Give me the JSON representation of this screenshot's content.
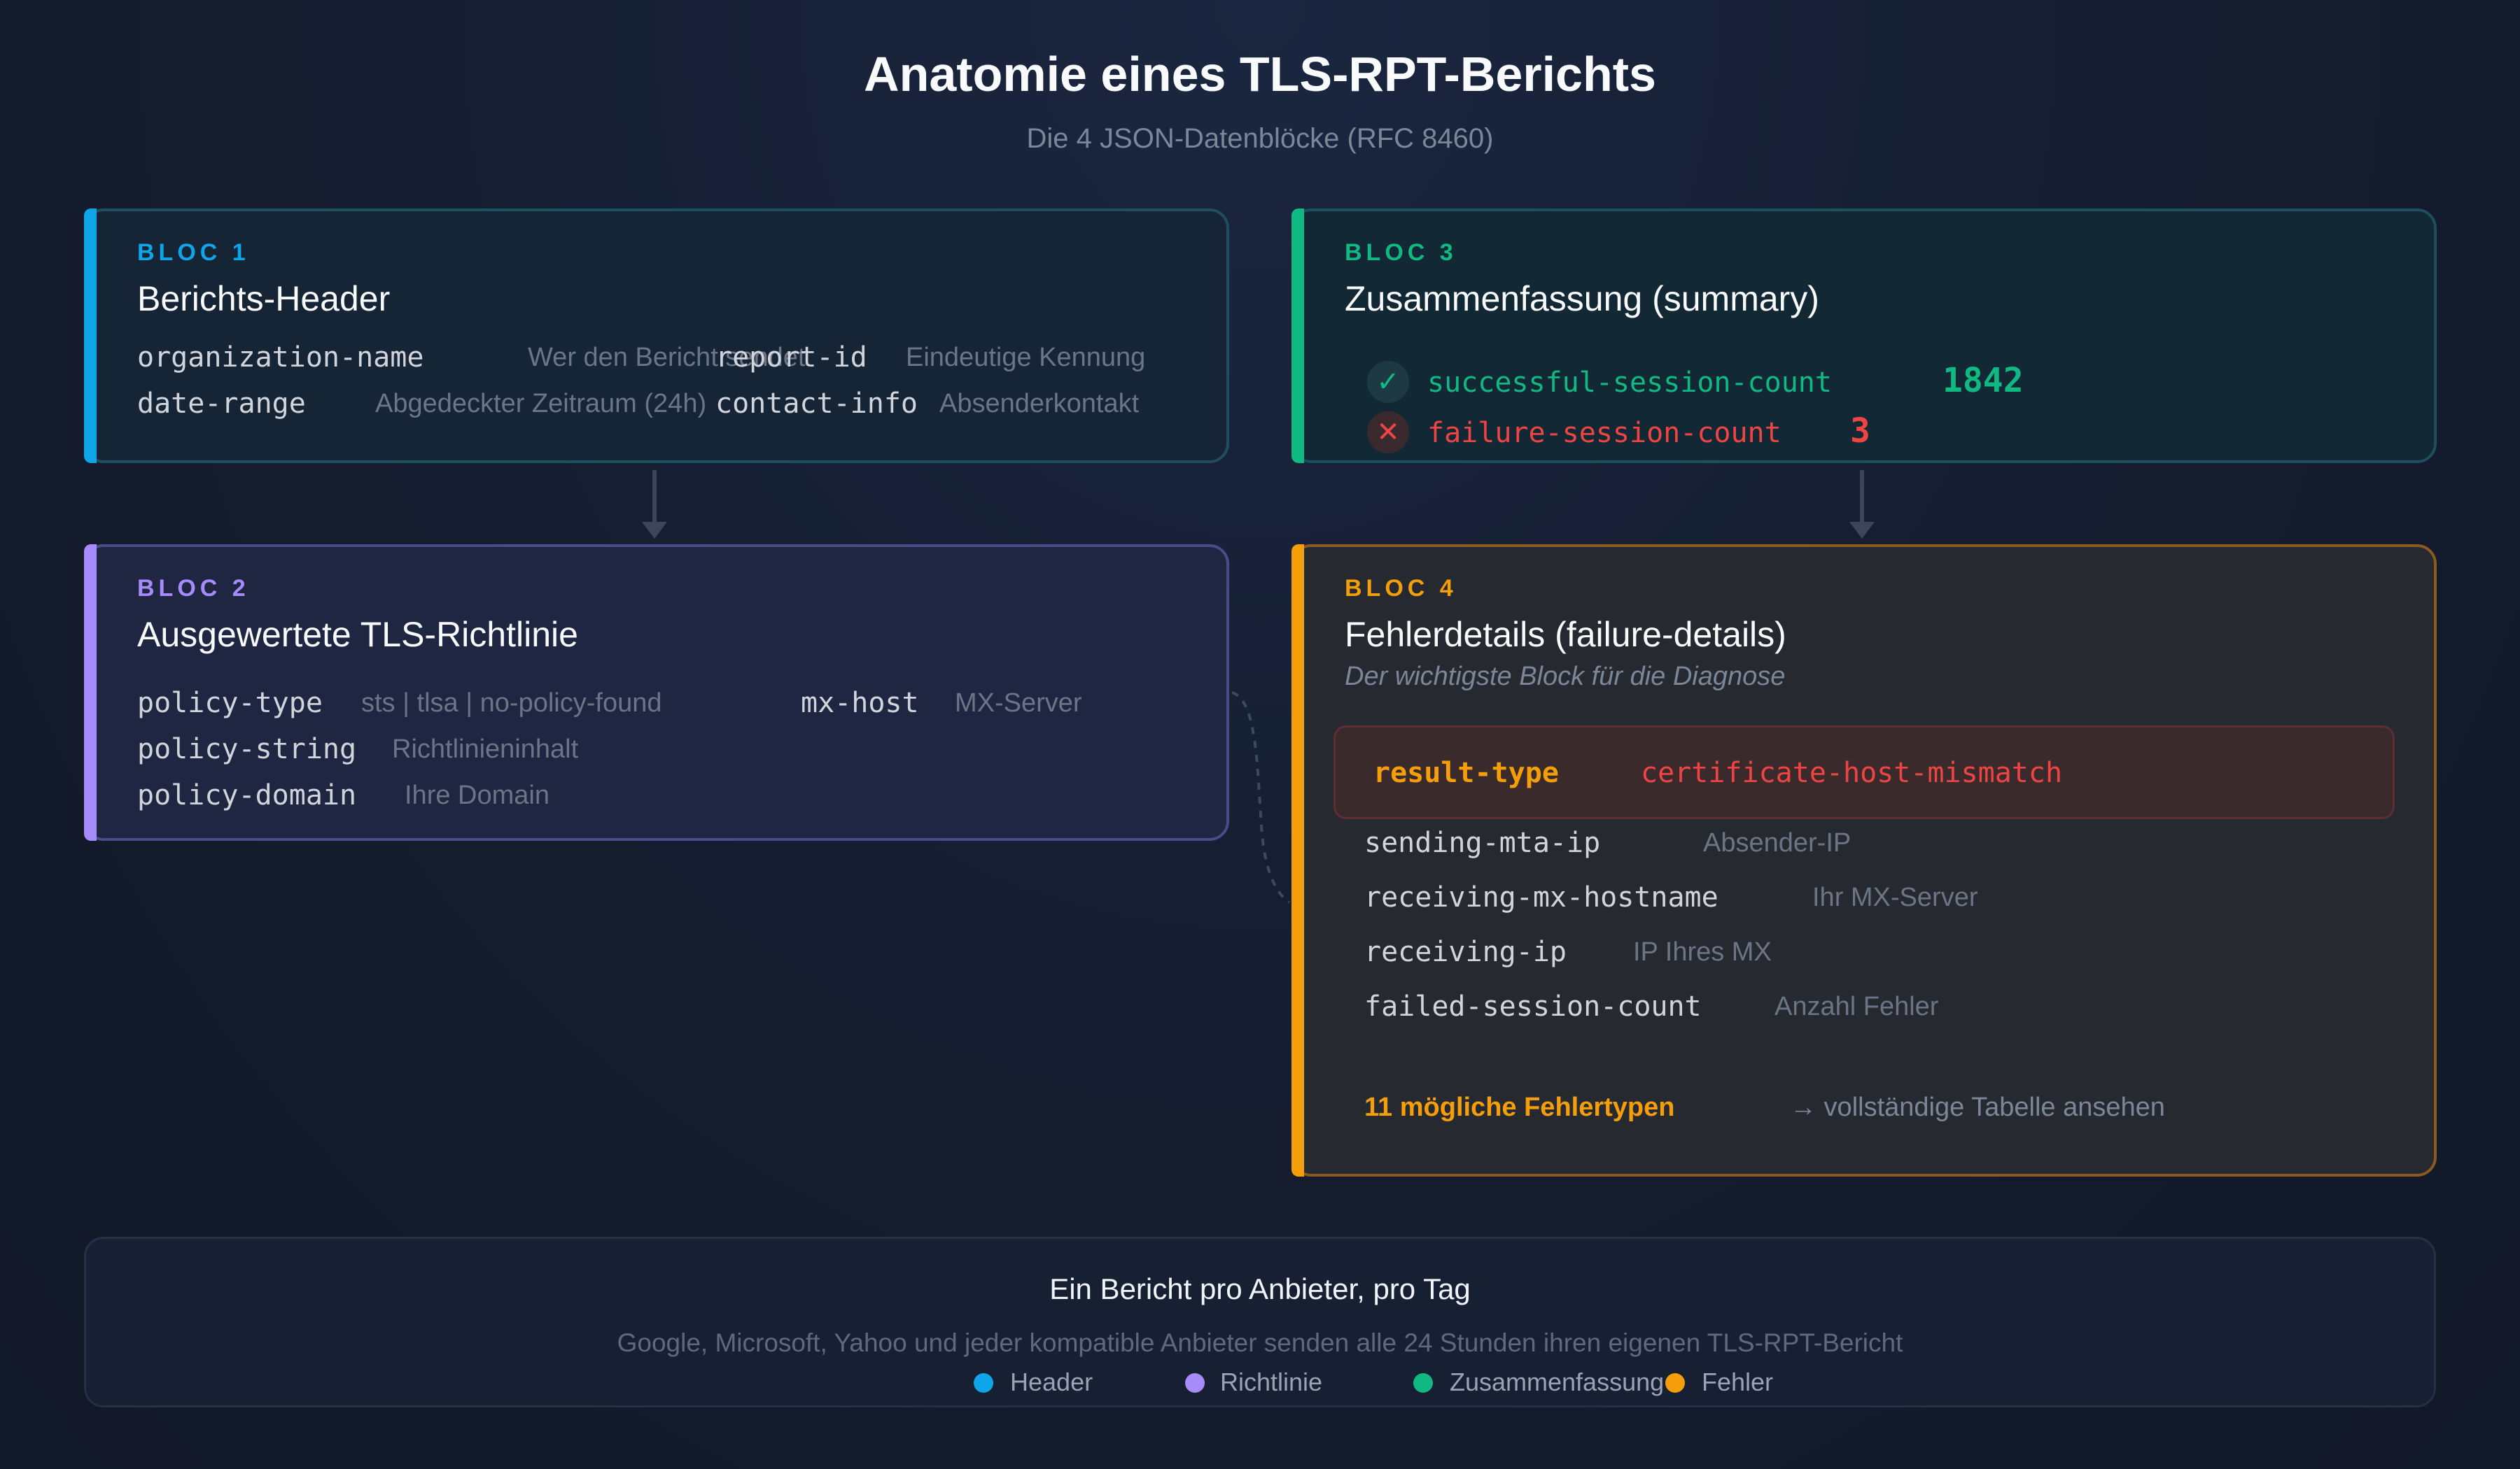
{
  "title": "Anatomie eines TLS-RPT-Berichts",
  "subtitle": "Die 4 JSON-Datenblöcke (RFC 8460)",
  "colors": {
    "header": "#0ea5e9",
    "policy": "#a78bfa",
    "summary": "#10b981",
    "failure": "#f59e0b",
    "error_red": "#ef4444"
  },
  "bloc1": {
    "label": "BLOC 1",
    "title": "Berichts-Header",
    "fields": [
      {
        "key": "organization-name",
        "desc": "Wer den Bericht sendet"
      },
      {
        "key": "report-id",
        "desc": "Eindeutige Kennung"
      },
      {
        "key": "date-range",
        "desc": "Abgedeckter Zeitraum (24h)"
      },
      {
        "key": "contact-info",
        "desc": "Absenderkontakt"
      }
    ]
  },
  "bloc2": {
    "label": "BLOC 2",
    "title": "Ausgewertete TLS-Richtlinie",
    "fields": [
      {
        "key": "policy-type",
        "desc": "sts | tlsa | no-policy-found"
      },
      {
        "key": "mx-host",
        "desc": "MX-Server"
      },
      {
        "key": "policy-string",
        "desc": "Richtlinieninhalt"
      },
      {
        "key": "policy-domain",
        "desc": "Ihre Domain"
      }
    ]
  },
  "bloc3": {
    "label": "BLOC 3",
    "title": "Zusammenfassung (summary)",
    "success_key": "successful-session-count",
    "success_value": "1842",
    "failure_key": "failure-session-count",
    "failure_value": "3"
  },
  "bloc4": {
    "label": "BLOC 4",
    "title": "Fehlerdetails (failure-details)",
    "note": "Der wichtigste Block für die Diagnose",
    "result_key": "result-type",
    "result_value": "certificate-host-mismatch",
    "fields": [
      {
        "key": "sending-mta-ip",
        "desc": "Absender-IP"
      },
      {
        "key": "receiving-mx-hostname",
        "desc": "Ihr MX-Server"
      },
      {
        "key": "receiving-ip",
        "desc": "IP Ihres MX"
      },
      {
        "key": "failed-session-count",
        "desc": "Anzahl Fehler"
      }
    ],
    "types_count": "11 mögliche Fehlertypen",
    "types_link": "→ vollständige Tabelle ansehen"
  },
  "footer": {
    "title": "Ein Bericht pro Anbieter, pro Tag",
    "text": "Google, Microsoft, Yahoo und jeder kompatible Anbieter senden alle 24 Stunden ihren eigenen TLS-RPT-Bericht",
    "legend": [
      "Header",
      "Richtlinie",
      "Zusammenfassung",
      "Fehler"
    ]
  }
}
